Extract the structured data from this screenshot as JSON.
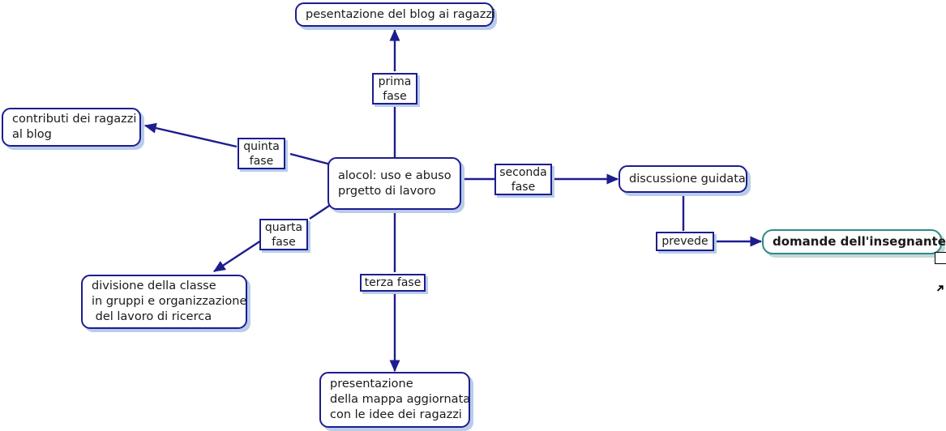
{
  "diagram": {
    "type": "concept-map",
    "title_node": "alocol: uso e abuso\nprgetto di lavoro",
    "colors": {
      "node_border": "#1d1d8f",
      "node_shadow": "#b9cdea",
      "edge": "#1d1d8f",
      "accent_border": "#2e8b88",
      "accent_shadow": "#c2d9d8",
      "background": "#ffffff",
      "text": "#1a1a1a"
    },
    "nodes": [
      {
        "id": "center",
        "text": "alocol: uso e abuso\nprgetto di lavoro"
      },
      {
        "id": "blog",
        "text": "pesentazione del blog ai ragazzi"
      },
      {
        "id": "contributi",
        "text": "contributi dei ragazzi\nal blog"
      },
      {
        "id": "divisione",
        "text": "divisione della classe\nin gruppi e organizzazione\n del lavoro di ricerca"
      },
      {
        "id": "mappa",
        "text": "presentazione\ndella mappa aggiornata\ncon le idee dei ragazzi"
      },
      {
        "id": "discussione",
        "text": "discussione guidata"
      },
      {
        "id": "domande",
        "text": "domande dell'insegnante"
      }
    ],
    "link_labels": [
      {
        "id": "prima",
        "text": "prima\nfase"
      },
      {
        "id": "quinta",
        "text": "quinta\nfase"
      },
      {
        "id": "quarta",
        "text": "quarta\nfase"
      },
      {
        "id": "terza",
        "text": "terza fase"
      },
      {
        "id": "seconda",
        "text": "seconda\nfase"
      },
      {
        "id": "prevede",
        "text": "prevede"
      }
    ],
    "edges": [
      {
        "from": "center",
        "label": "prima",
        "to": "blog"
      },
      {
        "from": "center",
        "label": "quinta",
        "to": "contributi"
      },
      {
        "from": "center",
        "label": "quarta",
        "to": "divisione"
      },
      {
        "from": "center",
        "label": "terza",
        "to": "mappa"
      },
      {
        "from": "center",
        "label": "seconda",
        "to": "discussione"
      },
      {
        "from": "discussione",
        "label": "prevede",
        "to": "domande"
      }
    ],
    "icons": {
      "external_link": "external-link-arrow-icon"
    }
  }
}
